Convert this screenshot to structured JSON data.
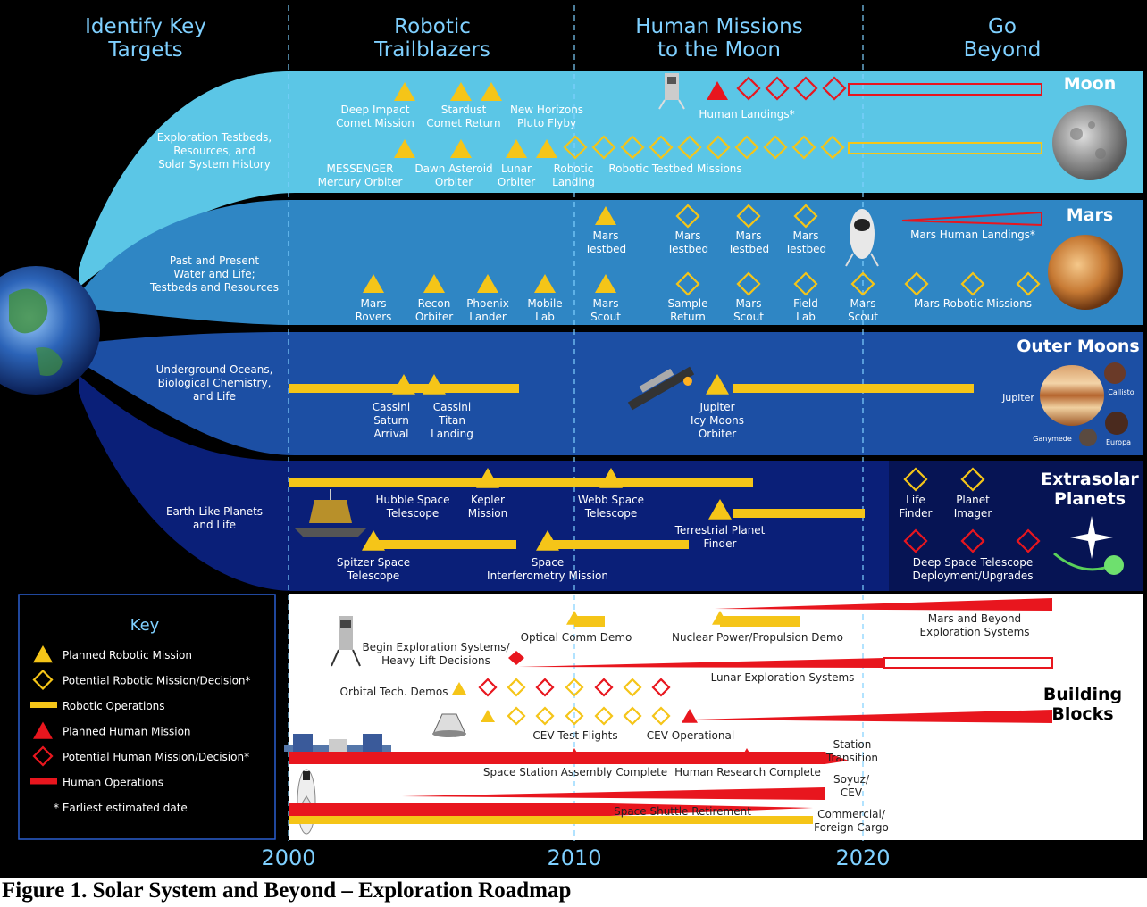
{
  "caption": "Figure 1.  Solar System and Beyond – Exploration Roadmap",
  "phases": [
    "Identify Key Targets",
    "Robotic Trailblazers",
    "Human Missions to the Moon",
    "Go Beyond"
  ],
  "phase_lines": [
    [
      "Identify Key",
      "Targets"
    ],
    [
      "Robotic",
      "Trailblazers"
    ],
    [
      "Human Missions",
      "to the Moon"
    ],
    [
      "Go",
      "Beyond"
    ]
  ],
  "years": [
    "2000",
    "2010",
    "2020"
  ],
  "destinations": {
    "moon": "Moon",
    "mars": "Mars",
    "outer": "Outer Moons",
    "extrasolar": [
      "Extrasolar",
      "Planets"
    ],
    "building": [
      "Building",
      "Blocks"
    ]
  },
  "moon_labels": {
    "jupiter": "Jupiter",
    "callisto": "Callisto",
    "ganymede": "Ganymede",
    "europa": "Europa"
  },
  "targets": [
    [
      "Exploration Testbeds,",
      "Resources, and",
      "Solar System History"
    ],
    [
      "Past and Present",
      "Water and Life;",
      "Testbeds and Resources"
    ],
    [
      "Underground Oceans,",
      "Biological Chemistry,",
      "and Life"
    ],
    [
      "Earth-Like Planets",
      "and Life"
    ]
  ],
  "moon_missions": [
    [
      "Deep Impact",
      "Comet Mission"
    ],
    [
      "Stardust",
      "Comet Return"
    ],
    [
      "New Horizons",
      "Pluto Flyby"
    ],
    [
      "Human Landings*"
    ],
    [
      "MESSENGER",
      "Mercury Orbiter"
    ],
    [
      "Dawn Asteroid",
      "Orbiter"
    ],
    [
      "Lunar",
      "Orbiter"
    ],
    [
      "Robotic",
      "Landing"
    ],
    [
      "Robotic Testbed Missions"
    ]
  ],
  "mars_missions": [
    [
      "Mars",
      "Testbed"
    ],
    [
      "Mars",
      "Testbed"
    ],
    [
      "Mars",
      "Testbed"
    ],
    [
      "Mars",
      "Testbed"
    ],
    [
      "Mars Human Landings*"
    ],
    [
      "Mars",
      "Rovers"
    ],
    [
      "Recon",
      "Orbiter"
    ],
    [
      "Phoenix",
      "Lander"
    ],
    [
      "Mobile",
      "Lab"
    ],
    [
      "Mars",
      "Scout"
    ],
    [
      "Sample",
      "Return"
    ],
    [
      "Mars",
      "Scout"
    ],
    [
      "Field",
      "Lab"
    ],
    [
      "Mars",
      "Scout"
    ],
    [
      "Mars Robotic Missions"
    ]
  ],
  "outer_missions": [
    [
      "Cassini",
      "Saturn",
      "Arrival"
    ],
    [
      "Cassini",
      "Titan",
      "Landing"
    ],
    [
      "Jupiter",
      "Icy Moons",
      "Orbiter"
    ]
  ],
  "extrasolar_missions": [
    [
      "Hubble Space",
      "Telescope"
    ],
    [
      "Kepler",
      "Mission"
    ],
    [
      "Webb Space",
      "Telescope"
    ],
    [
      "Terrestrial Planet",
      "Finder"
    ],
    [
      "Spitzer Space",
      "Telescope"
    ],
    [
      "Space",
      "Interferometry Mission"
    ],
    [
      "Life",
      "Finder"
    ],
    [
      "Planet",
      "Imager"
    ],
    [
      "Deep Space Telescope",
      "Deployment/Upgrades"
    ]
  ],
  "key": {
    "title": "Key",
    "items": [
      "Planned Robotic Mission",
      "Potential Robotic Mission/Decision*",
      "Robotic Operations",
      "Planned Human Mission",
      "Potential Human Mission/Decision*",
      "Human Operations",
      "* Earliest estimated date"
    ]
  },
  "blocks": [
    [
      "Optical Comm Demo"
    ],
    [
      "Nuclear Power/Propulsion Demo"
    ],
    [
      "Mars and Beyond",
      "Exploration Systems"
    ],
    [
      "Begin Exploration Systems/",
      "Heavy Lift Decisions"
    ],
    [
      "Lunar Exploration Systems"
    ],
    [
      "Orbital Tech. Demos"
    ],
    [
      "CEV Test Flights"
    ],
    [
      "CEV Operational"
    ],
    [
      "Station",
      "Transition"
    ],
    [
      "Space Station Assembly Complete"
    ],
    [
      "Human Research Complete"
    ],
    [
      "Soyuz/",
      "CEV"
    ],
    [
      "Space Shuttle Retirement"
    ],
    [
      "Commercial/",
      "Foreign Cargo"
    ]
  ],
  "colors": {
    "background": "#000000",
    "moon_band": "#5bc6e6",
    "mars_band": "#2f86c4",
    "outer_band": "#1c4fa4",
    "extrasolar_band": "#0a1f78",
    "robotic_yellow": "#f5c518",
    "human_red": "#e8161e",
    "label_text": "#ffffff",
    "header_text": "#7fd0ff"
  }
}
